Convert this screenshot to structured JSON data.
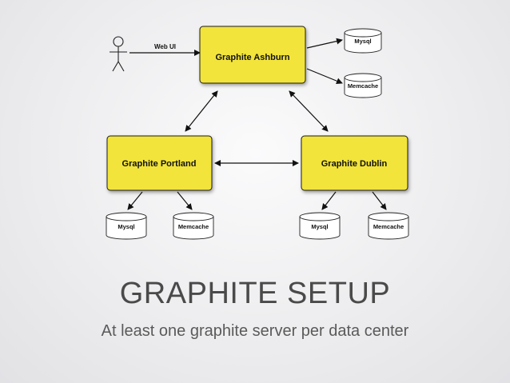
{
  "diagram": {
    "actor": {
      "icon": "stick-figure-icon",
      "edge_label": "Web UI"
    },
    "nodes": {
      "ashburn": "Graphite Ashburn",
      "portland": "Graphite Portland",
      "dublin": "Graphite Dublin"
    },
    "stores": {
      "ashburn_mysql": "Mysql",
      "ashburn_memcache": "Memcache",
      "portland_mysql": "Mysql",
      "portland_memcache": "Memcache",
      "dublin_mysql": "Mysql",
      "dublin_memcache": "Memcache"
    },
    "colors": {
      "node_fill": "#f2e43a",
      "store_fill": "#ffffff",
      "edge": "#111111"
    }
  },
  "slide": {
    "title": "GRAPHITE SETUP",
    "subtitle": "At least one graphite server per data center"
  }
}
